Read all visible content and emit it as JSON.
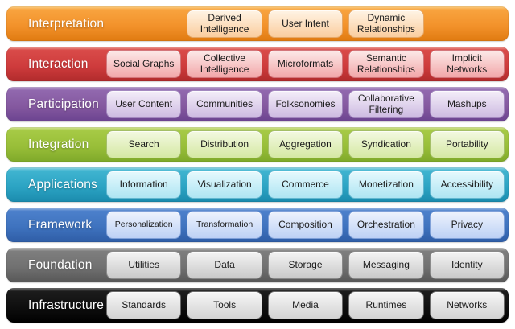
{
  "diagram": {
    "type": "layered-stack",
    "columns": 5,
    "rows": [
      {
        "label": "Interpretation",
        "bar_colors": {
          "highlight": "#FBCF87",
          "top": "#F8A33E",
          "mid": "#F2912A",
          "bottom": "#E07A10"
        },
        "item_colors": {
          "top": "#FFF4E5",
          "bottom": "#FACD9E",
          "border": "#E5A868"
        },
        "items": [
          {
            "label": "Derived Intelligence",
            "col": 2
          },
          {
            "label": "User Intent",
            "col": 3
          },
          {
            "label": "Dynamic Relationships",
            "col": 4
          }
        ]
      },
      {
        "label": "Interaction",
        "bar_colors": {
          "highlight": "#ECA8A0",
          "top": "#D94B49",
          "mid": "#CE3B3C",
          "bottom": "#B12B2C"
        },
        "item_colors": {
          "top": "#FCE9E8",
          "bottom": "#F2A7A9",
          "border": "#D3777C"
        },
        "items": [
          {
            "label": "Social Graphs",
            "col": 1
          },
          {
            "label": "Collective Intelligence",
            "col": 2
          },
          {
            "label": "Microformats",
            "col": 3
          },
          {
            "label": "Semantic Relationships",
            "col": 4
          },
          {
            "label": "Implicit Networks",
            "col": 5
          }
        ]
      },
      {
        "label": "Participation",
        "bar_colors": {
          "highlight": "#C3B0D6",
          "top": "#9168AE",
          "mid": "#84589F",
          "bottom": "#6B4390"
        },
        "item_colors": {
          "top": "#F4EEF9",
          "bottom": "#CDBAE1",
          "border": "#A388BF"
        },
        "items": [
          {
            "label": "User Content",
            "col": 1
          },
          {
            "label": "Communities",
            "col": 2
          },
          {
            "label": "Folksonomies",
            "col": 3
          },
          {
            "label": "Collaborative Filtering",
            "col": 4
          },
          {
            "label": "Mashups",
            "col": 5
          }
        ]
      },
      {
        "label": "Integration",
        "bar_colors": {
          "highlight": "#D7E59E",
          "top": "#A6CA45",
          "mid": "#98BE38",
          "bottom": "#7FA92A"
        },
        "item_colors": {
          "top": "#F3F9E1",
          "bottom": "#D5E8A3",
          "border": "#A4BF67"
        },
        "items": [
          {
            "label": "Search",
            "col": 1
          },
          {
            "label": "Distribution",
            "col": 2
          },
          {
            "label": "Aggregation",
            "col": 3
          },
          {
            "label": "Syndication",
            "col": 4
          },
          {
            "label": "Portability",
            "col": 5
          }
        ]
      },
      {
        "label": "Applications",
        "bar_colors": {
          "highlight": "#9FD9E6",
          "top": "#3FB4D0",
          "mid": "#2BA3C3",
          "bottom": "#1B8BAD"
        },
        "item_colors": {
          "top": "#E6F9FD",
          "bottom": "#AEE5F3",
          "border": "#62B7D0"
        },
        "items": [
          {
            "label": "Information",
            "col": 1
          },
          {
            "label": "Visualization",
            "col": 2
          },
          {
            "label": "Commerce",
            "col": 3
          },
          {
            "label": "Monetization",
            "col": 4
          },
          {
            "label": "Accessibility",
            "col": 5
          }
        ]
      },
      {
        "label": "Framework",
        "bar_colors": {
          "highlight": "#A9C1E5",
          "top": "#4C80CB",
          "mid": "#3E72BE",
          "bottom": "#2F5DA6"
        },
        "item_colors": {
          "top": "#EEF3FD",
          "bottom": "#BDD1F5",
          "border": "#7FA0D8"
        },
        "items": [
          {
            "label": "Personalization",
            "col": 1,
            "small": true
          },
          {
            "label": "Transformation",
            "col": 2,
            "small": true
          },
          {
            "label": "Composition",
            "col": 3
          },
          {
            "label": "Orchestration",
            "col": 4
          },
          {
            "label": "Privacy",
            "col": 5
          }
        ]
      },
      {
        "label": "Foundation",
        "bar_colors": {
          "highlight": "#C4C4C4",
          "top": "#7E7E7E",
          "mid": "#707070",
          "bottom": "#575757"
        },
        "item_colors": {
          "top": "#F4F4F4",
          "bottom": "#C9C9C9",
          "border": "#8A8A8A"
        },
        "items": [
          {
            "label": "Utilities",
            "col": 1
          },
          {
            "label": "Data",
            "col": 2
          },
          {
            "label": "Storage",
            "col": 3
          },
          {
            "label": "Messaging",
            "col": 4
          },
          {
            "label": "Identity",
            "col": 5
          }
        ]
      },
      {
        "label": "Infrastructure",
        "bar_colors": {
          "highlight": "#6E6E6E",
          "top": "#1C1C1C",
          "mid": "#0E0E0E",
          "bottom": "#000000"
        },
        "item_colors": {
          "top": "#F7F7F7",
          "bottom": "#D2D2D2",
          "border": "#6B6B6B"
        },
        "items": [
          {
            "label": "Standards",
            "col": 1
          },
          {
            "label": "Tools",
            "col": 2
          },
          {
            "label": "Media",
            "col": 3
          },
          {
            "label": "Runtimes",
            "col": 4
          },
          {
            "label": "Networks",
            "col": 5
          }
        ]
      }
    ]
  }
}
